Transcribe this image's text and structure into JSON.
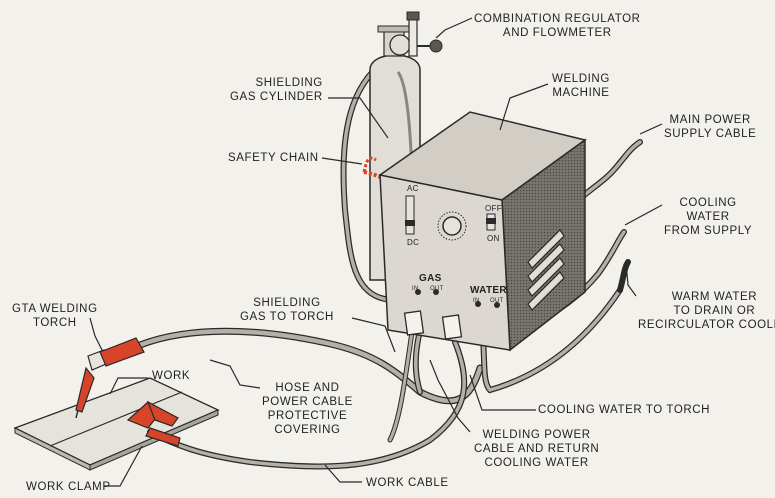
{
  "labels": {
    "regulator": [
      "COMBINATION REGULATOR",
      "AND FLOWMETER"
    ],
    "welding_machine": [
      "WELDING",
      "MACHINE"
    ],
    "shielding_gas_cylinder": [
      "SHIELDING",
      "GAS CYLINDER"
    ],
    "main_power": [
      "MAIN POWER",
      "SUPPLY CABLE"
    ],
    "safety_chain": [
      "SAFETY CHAIN"
    ],
    "cooling_water_supply": [
      "COOLING",
      "WATER",
      "FROM SUPPLY"
    ],
    "warm_water": [
      "WARM WATER",
      "TO DRAIN  OR",
      "RECIRCULATOR COOLER"
    ],
    "shielding_gas_torch": [
      "SHIELDING",
      "GAS TO TORCH"
    ],
    "gta_torch": [
      "GTA WELDING",
      "TORCH"
    ],
    "work": [
      "WORK"
    ],
    "hose_cable": [
      "HOSE AND",
      "POWER CABLE",
      "PROTECTIVE",
      "COVERING"
    ],
    "cooling_water_torch": [
      "COOLING WATER TO TORCH"
    ],
    "welding_power_cable": [
      "WELDING POWER",
      "CABLE AND RETURN",
      "COOLING WATER"
    ],
    "work_clamp": [
      "WORK CLAMP"
    ],
    "work_cable": [
      "WORK CABLE"
    ]
  },
  "panel": {
    "ac": "AC",
    "dc": "DC",
    "off": "OFF",
    "on": "ON",
    "gas": "GAS",
    "water": "WATER",
    "gas_in": "IN",
    "gas_out": "OUT",
    "water_in": "IN",
    "water_out": "OUT"
  },
  "colors": {
    "line": "#2a2a2a",
    "hose": "#9a958c",
    "red": "#d8442a",
    "machine_side": "#6d6a64",
    "machine_front": "#d6d3cc",
    "background": "#f3f1ec"
  }
}
